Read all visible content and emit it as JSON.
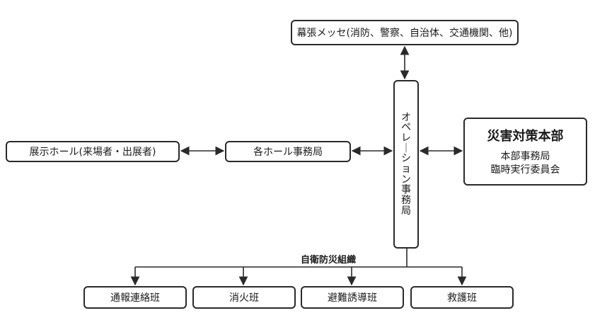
{
  "nodes": {
    "makuhari": "幕張メッセ(消防、警察、自治体、交通機関、他)",
    "exhibition_hall": "展示ホール(来場者・出展者)",
    "hall_office": "各ホール事務局",
    "operation_office": "オペレーション事務局",
    "hq": {
      "title": "災害対策本部",
      "line1": "本部事務局",
      "line2": "臨時実行委員会"
    },
    "self_defense_org": "自衛防災組織",
    "teams": [
      "通報連絡班",
      "消火班",
      "避難誘導班",
      "救護班"
    ]
  },
  "colors": {
    "line": "#2a2a2a",
    "box_border": "#2a2a2a",
    "background": "#ffffff"
  }
}
